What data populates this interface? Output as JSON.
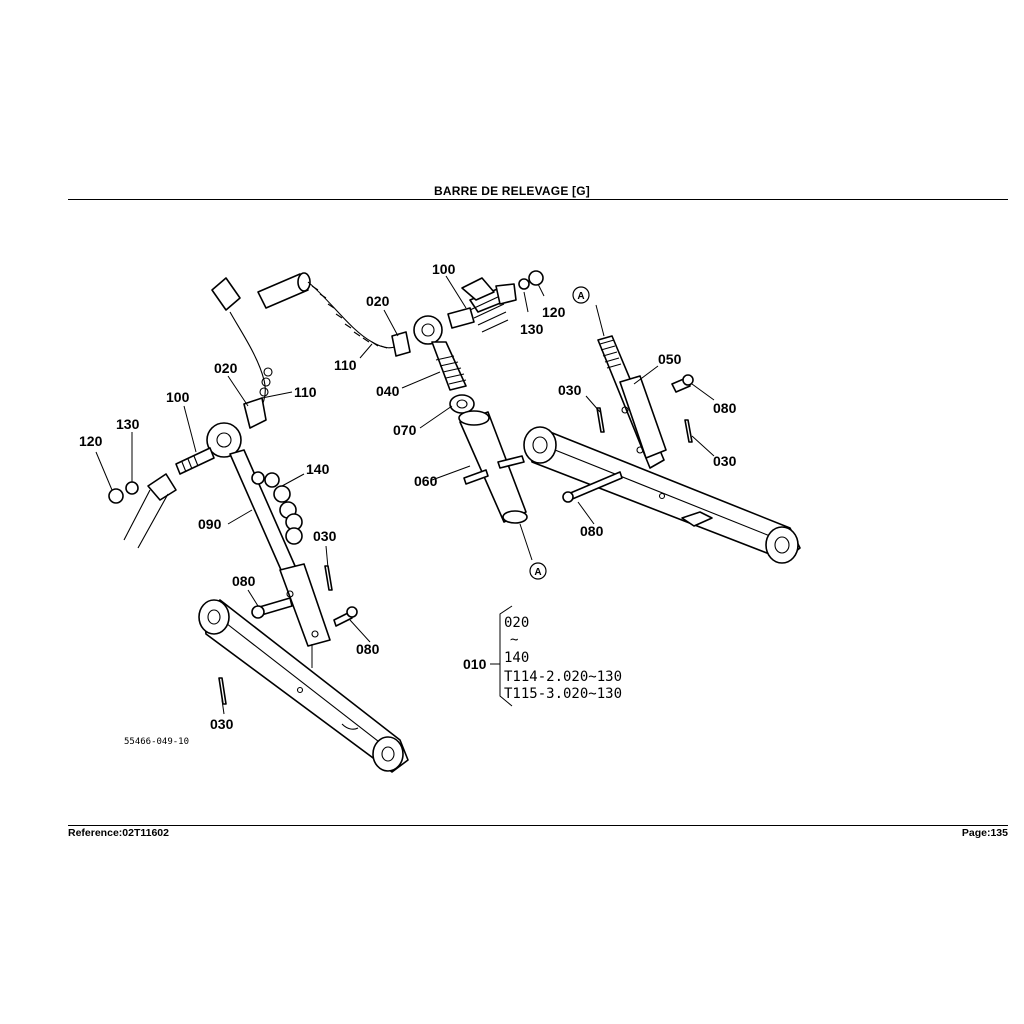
{
  "header": {
    "title": "BARRE DE RELEVAGE   [G]"
  },
  "footer": {
    "reference": "Reference:02T11602",
    "page": "Page:135"
  },
  "diagram": {
    "image_code": "55466-049-10",
    "callouts": {
      "c100_top": "100",
      "c120_top": "120",
      "c130_top": "130",
      "c020_top": "020",
      "c110_top": "110",
      "c040": "040",
      "c070": "070",
      "c060": "060",
      "ca_top": "A",
      "ca_bottom": "A",
      "c050": "050",
      "c030_r1": "030",
      "c080_r1": "080",
      "c030_r2": "030",
      "c080_r2": "080",
      "c020_left": "020",
      "c110_left": "110",
      "c100_left": "100",
      "c130_left": "130",
      "c120_left": "120",
      "c140": "140",
      "c090": "090",
      "c030_l1": "030",
      "c080_l1": "080",
      "c080_l2": "080",
      "c030_l2": "030",
      "c010": "010"
    },
    "set_note": {
      "line1": "020",
      "line2": "~",
      "line3": "140",
      "line4": "T114-2.020~130",
      "line5": "T115-3.020~130"
    }
  }
}
